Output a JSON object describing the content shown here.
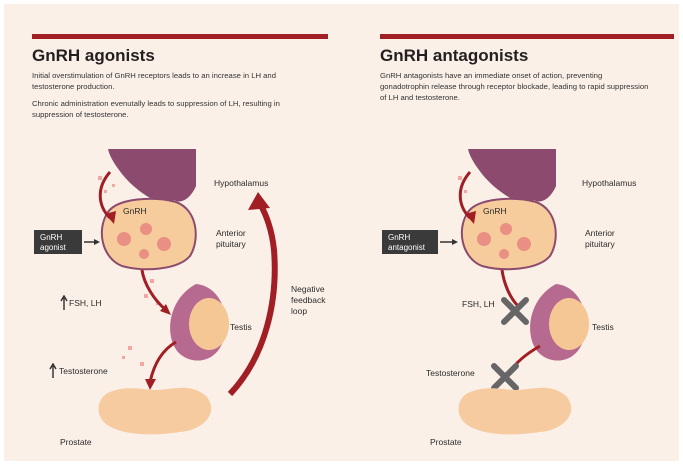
{
  "agonists": {
    "title": "GnRH agonists",
    "desc1": "Initial overstimulation of GnRH receptors leads to an increase in LH and testosterone production.",
    "desc2": "Chronic administration evenutally leads to suppression of LH, resulting in suppression of testosterone.",
    "drug_line1": "GnRH",
    "drug_line2": "agonist",
    "gnrh": "GnRH",
    "hypothalamus": "Hypothalamus",
    "anterior": "Anterior",
    "pituitary": "pituitary",
    "fsh_lh": "FSH, LH",
    "testis": "Testis",
    "testosterone": "Testosterone",
    "prostate": "Prostate",
    "feedback1": "Negative",
    "feedback2": "feedback",
    "feedback3": "loop"
  },
  "antagonists": {
    "title": "GnRH antagonists",
    "desc1": "GnRH antagonists have an immediate onset of action, preventing gonadotrophin release through receptor blockade, leading to rapid suppression of LH and testosterone.",
    "drug_line1": "GnRH",
    "drug_line2": "antagonist",
    "gnrh": "GnRH",
    "hypothalamus": "Hypothalamus",
    "anterior": "Anterior",
    "pituitary": "pituitary",
    "fsh_lh": "FSH, LH",
    "testis": "Testis",
    "testosterone": "Testosterone",
    "prostate": "Prostate"
  },
  "colors": {
    "accent": "#a01e24",
    "hypothalamus": "#8c4a6e",
    "pituitary": "#f7cc9c",
    "testis_outer": "#b76a8f",
    "testis_inner": "#f5c795",
    "prostate": "#f6cba0",
    "drug_box": "#3a3a3a",
    "block_x": "#666666"
  }
}
